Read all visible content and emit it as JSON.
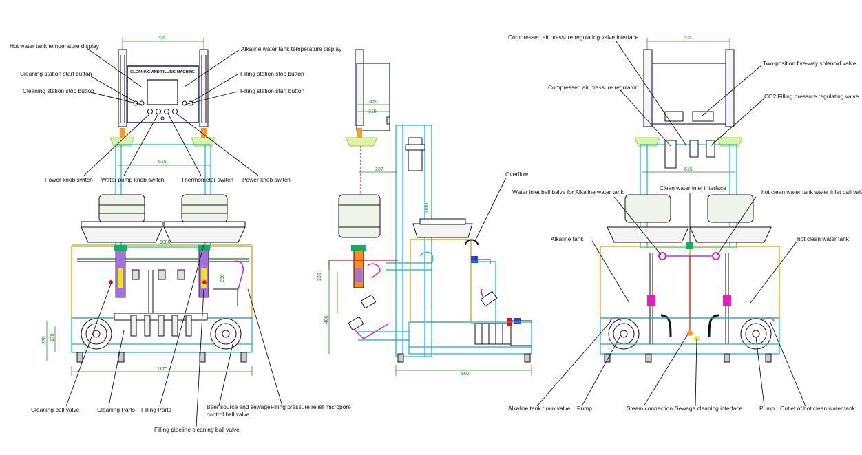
{
  "machine_panel_title": "CLEANING AND FILLING MACHINE",
  "labels": {
    "hot_temp": "Hot water tank temperature display",
    "alk_temp": "Alkaline water tank temperature display",
    "clean_start": "Cleaning station start button",
    "fill_stop": "Filling station stop button",
    "clean_stop": "Cleaning station stop button",
    "fill_start": "Filling station start button",
    "power_knob_1": "Power knob switch",
    "pump_knob": "Water pump knob switch",
    "thermo": "Thermometer switch",
    "power_knob_2": "Power knob switch",
    "clean_ball": "Cleaning ball valve",
    "clean_parts": "Cleaning Parts",
    "fill_parts": "Filling Parts",
    "beer_source_1": "Beer source and sewage",
    "beer_source_2": "control ball valve",
    "fill_pipeline": "Filling pipeline cleaning ball valve",
    "relief": "Filling pressure relief micropore",
    "overflow": "Overflow",
    "comp_iface": "Compressed air pressure regulating valve interface",
    "solenoid": "Two-position five-way solenoid valve",
    "comp_reg": "Compressed air pressure regulator",
    "co2": "CO2 Filling pressure regulating valve",
    "water_inlet_alk": "Water inlet ball balve for Alkaline water tank",
    "clean_inlet": "Clean water inlet interface",
    "hot_inlet": "hot clean water tank water inlet ball valve",
    "alk_tank": "Alkaline tank",
    "hot_tank": "hot clean water tank",
    "alk_drain": "Alkaline tank drain valve",
    "pump_1": "Pump",
    "steam": "Steam connection",
    "sewage": "Sewage cleaning interface",
    "pump_2": "Pump",
    "outlet": "Outlet of hot clean water tank"
  },
  "dimensions": {
    "front_width_top": "535",
    "front_width_mid": "615",
    "front_tank_span": "1080",
    "front_base": "1170",
    "front_h1": "350",
    "front_h2": "170",
    "front_valve": "230",
    "side_a": "305",
    "side_b": "315",
    "side_c": "237",
    "side_height": "1100",
    "side_d": "230",
    "side_e": "486",
    "side_depth": "800",
    "rear_width_top": "535",
    "rear_width_mid": "615"
  }
}
